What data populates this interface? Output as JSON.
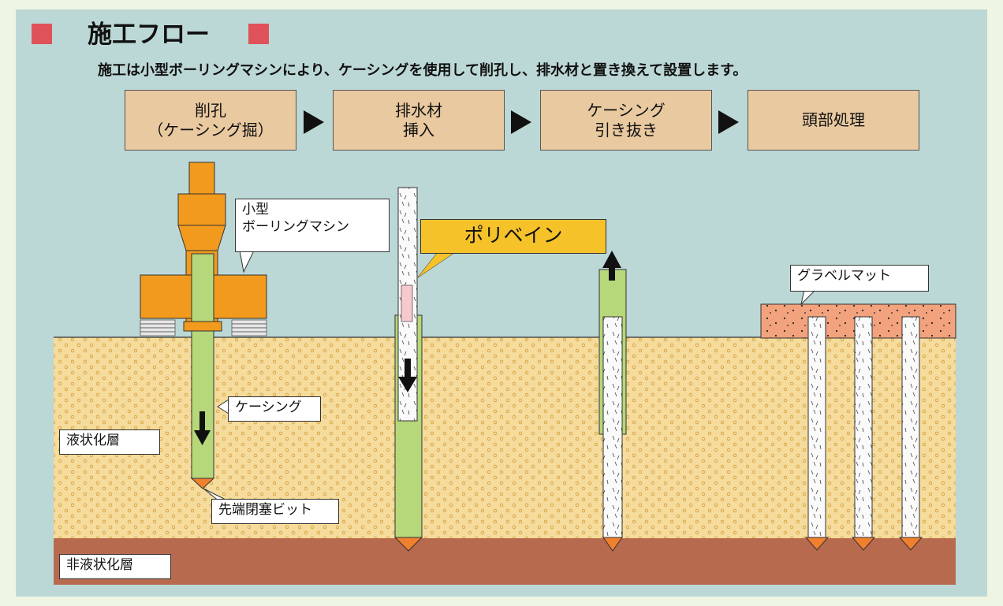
{
  "title": "施工フロー",
  "subtitle": "施工は小型ボーリングマシンにより、ケーシングを使用して削孔し、排水材と置き換えて設置します。",
  "steps": [
    {
      "label": "削孔\n（ケーシング掘）"
    },
    {
      "label": "排水材\n挿入"
    },
    {
      "label": "ケーシング\n引き抜き"
    },
    {
      "label": "頭部処理"
    }
  ],
  "labels": {
    "machine": "小型\nボーリングマシン",
    "polyvane": "ポリベイン",
    "casing": "ケーシング",
    "liquefiable": "液状化層",
    "bit": "先端閉塞ビット",
    "non_liquefiable": "非液状化層",
    "gravel_mat": "グラベルマット"
  },
  "colors": {
    "background": "#bcd8d6",
    "accent_square": "#e0525a",
    "step_box": "#e9c9a0",
    "sand_layer": "#f5dc9c",
    "clay_layer": "#b86a4f",
    "casing": "#b6d77a",
    "machine": "#f29a1d",
    "bit": "#f07f2e",
    "polyvane_label": "#f5c22a",
    "gravel_mat": "#f2a27c"
  }
}
